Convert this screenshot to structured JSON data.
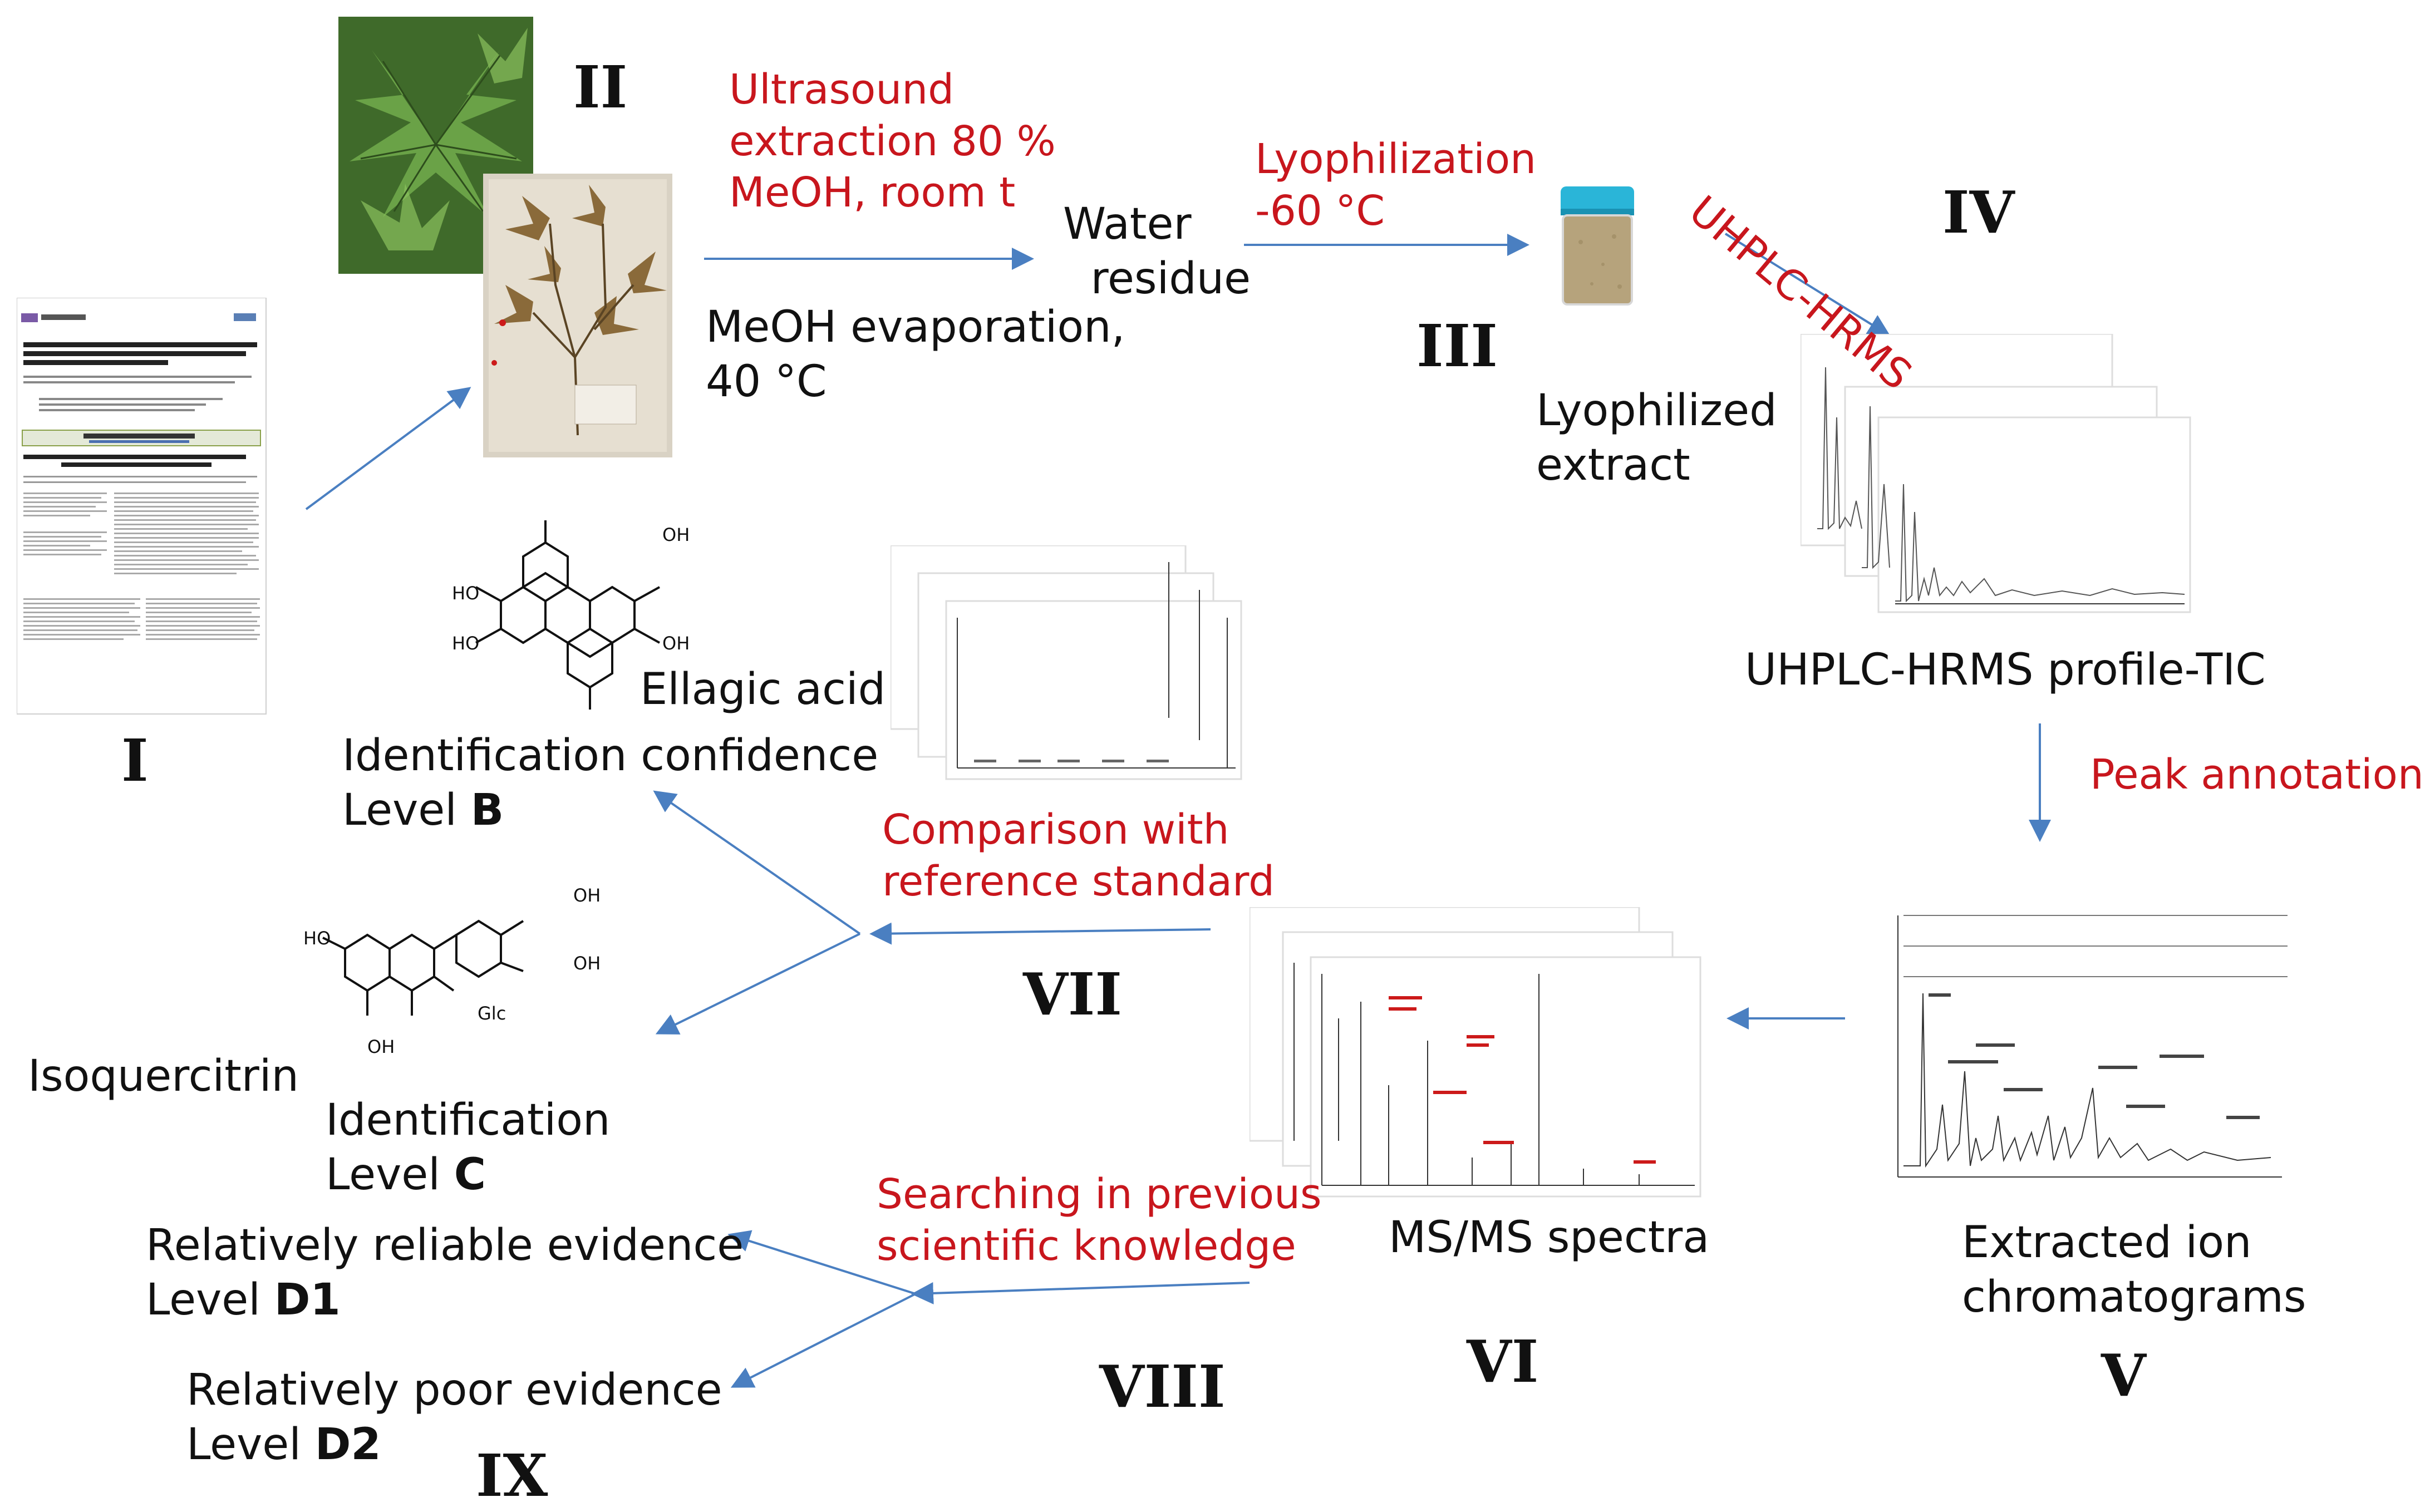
{
  "roman": {
    "I": "I",
    "II": "II",
    "III": "III",
    "IV": "IV",
    "V": "V",
    "VI": "VI",
    "VII": "VII",
    "VIII": "VIII",
    "IX": "IX"
  },
  "steps": {
    "ultrasound": "Ultrasound\nextraction 80 %\nMeOH, room t",
    "water_residue": "Water\n  residue",
    "meoh_evap": "MeOH evaporation,\n40 °C",
    "lyophilization": "Lyophilization\n-60 °C",
    "lyophilized_extract": "Lyophilized\nextract",
    "uhplc_hrms": "UHPLC-HRMS",
    "tic_label": "UHPLC-HRMS profile-TIC",
    "peak_annotation": "Peak annotation",
    "extracted_ion": "Extracted ion\nchromatograms",
    "msms_spectra": "MS/MS spectra",
    "comparison": "Comparison with\nreference standard",
    "searching": "Searching in previous\nscientific knowledge"
  },
  "compounds": {
    "ellagic_acid": "Ellagic acid",
    "isoquercitrin": "Isoquercitrin",
    "glc": "Glc",
    "oh": "OH",
    "ho": "HO"
  },
  "levels": {
    "b_text": "Identification confidence\nLevel ",
    "b_code": "B",
    "c_text": "Identification\nLevel ",
    "c_code": "C",
    "d1_text": "Relatively reliable evidence\nLevel ",
    "d1_code": "D1",
    "d2_text": "Relatively poor evidence\nLevel ",
    "d2_code": "D2"
  },
  "colors": {
    "arrow": "#4a7fc1",
    "red_text": "#c8161d",
    "leaf": "#4e8a2e"
  }
}
